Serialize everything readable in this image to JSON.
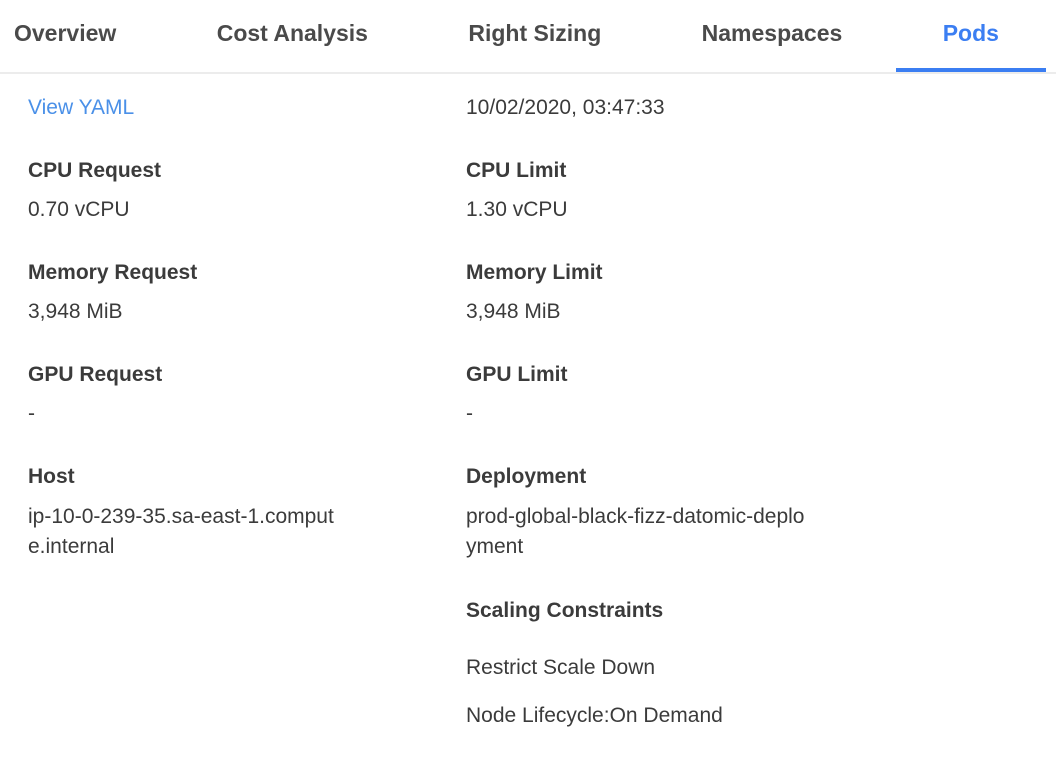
{
  "tabs": {
    "items": [
      {
        "label": "Overview",
        "active": false
      },
      {
        "label": "Cost Analysis",
        "active": false
      },
      {
        "label": "Right Sizing",
        "active": false
      },
      {
        "label": "Namespaces",
        "active": false
      },
      {
        "label": "Pods",
        "active": true
      }
    ]
  },
  "details": {
    "view_yaml_label": "View YAML",
    "timestamp": "10/02/2020, 03:47:33",
    "fields_left": [
      {
        "label": "CPU Request",
        "value": "0.70 vCPU"
      },
      {
        "label": "Memory Request",
        "value": "3,948 MiB"
      },
      {
        "label": "GPU Request",
        "value": "-"
      },
      {
        "label": "Host",
        "value": "ip-10-0-239-35.sa-east-1.compute.internal"
      }
    ],
    "fields_right": [
      {
        "label": "CPU Limit",
        "value": "1.30 vCPU"
      },
      {
        "label": "Memory Limit",
        "value": "3,948 MiB"
      },
      {
        "label": "GPU Limit",
        "value": "-"
      },
      {
        "label": "Deployment",
        "value": "prod-global-black-fizz-datomic-deployment"
      }
    ],
    "scaling": {
      "title": "Scaling Constraints",
      "items": [
        "Restrict Scale Down",
        "Node Lifecycle:On Demand"
      ]
    }
  },
  "colors": {
    "active_tab": "#3b7ef2",
    "tab_underline": "#3b7ef2",
    "link": "#4a90e8",
    "tab_text": "#4a4a4a",
    "body_text": "#3b3b3b",
    "tab_border": "#ececec",
    "background": "#ffffff"
  }
}
